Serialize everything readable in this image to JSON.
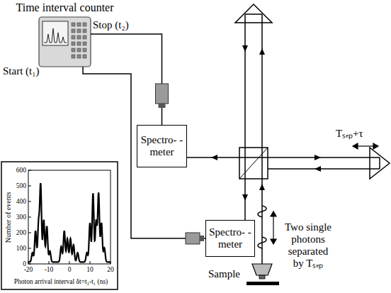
{
  "diagram": {
    "nodes": [
      {
        "text": [
          "Time interval counter"
        ]
      },
      {
        "text": [
          "Spectro- -meter"
        ]
      },
      {
        "text": [
          "Spectro- -meter"
        ]
      }
    ],
    "edges": [
      {
        "from": 0,
        "to": 1,
        "arrow": "none",
        "label": "Stop (t₂)"
      },
      {
        "from": 0,
        "to": 2,
        "arrow": "none",
        "label": "Start (t₁)"
      }
    ],
    "labels": [
      "Tₛₑₚ+τ",
      "Two single photons separated by Tₛₑₚ",
      "Sample",
      "Number of events",
      "Photon arrival interval δt=t₂-t₁ (ns)",
      "0",
      "100",
      "200",
      "300",
      "400",
      "500",
      "600",
      "-20",
      "-10",
      "0",
      "10",
      "20"
    ]
  }
}
